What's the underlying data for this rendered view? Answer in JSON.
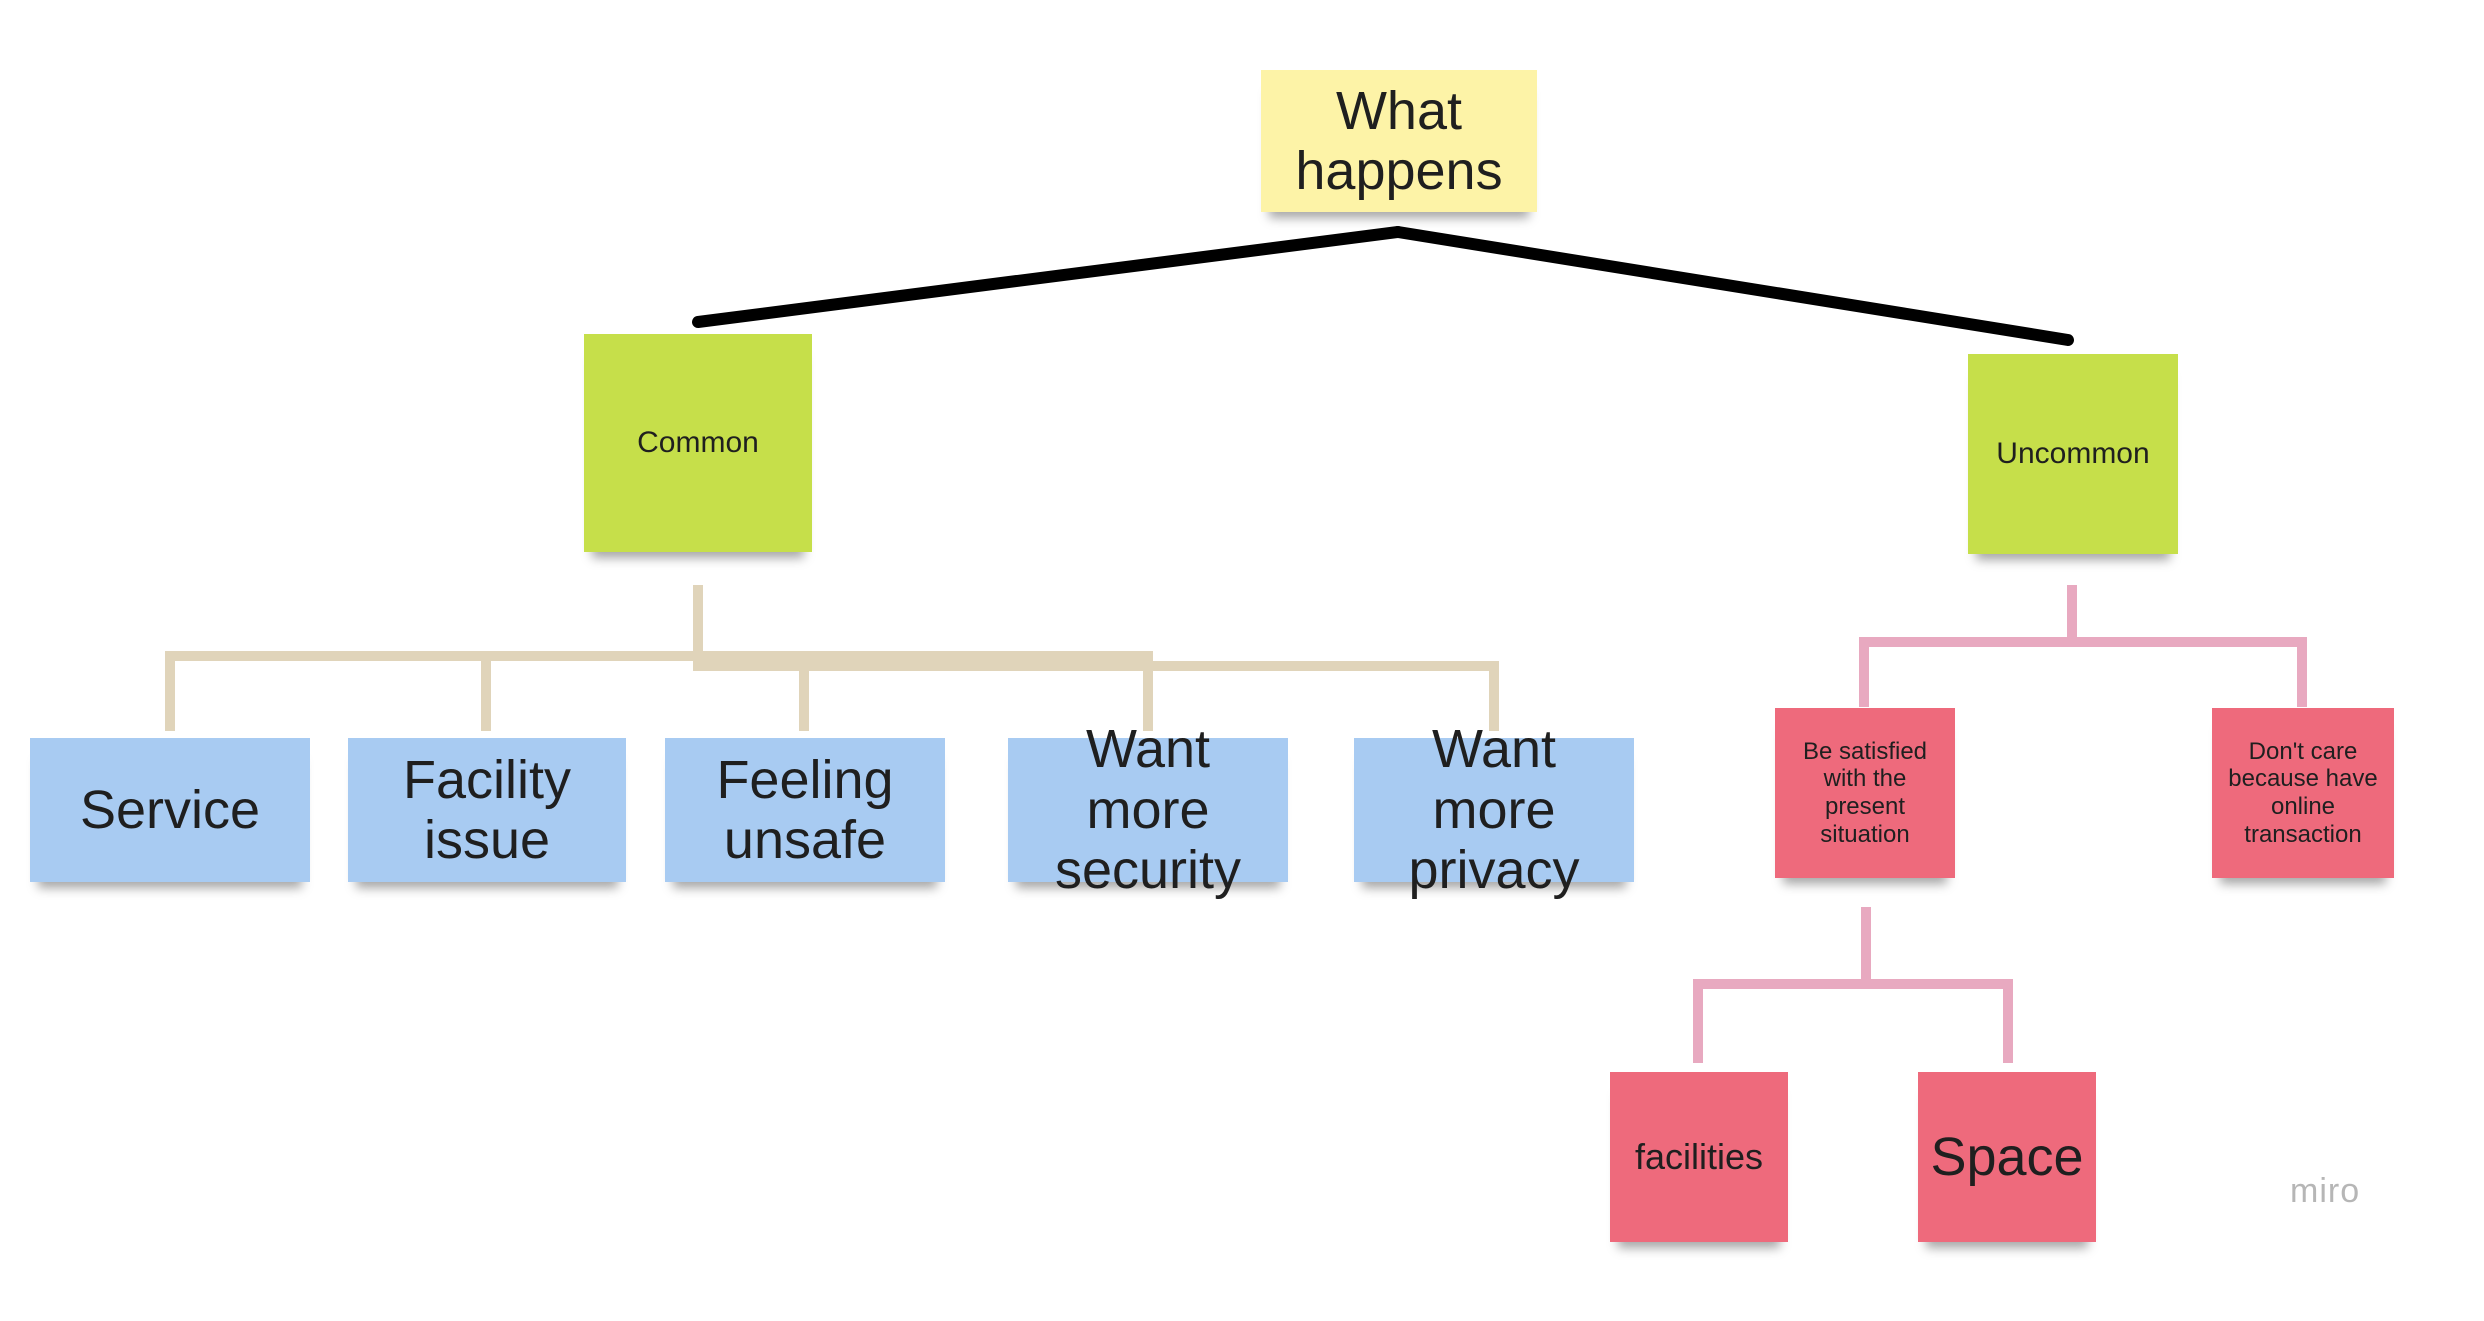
{
  "board": {
    "root": {
      "label": "What happens",
      "color": "#fdf3a7"
    },
    "categories": [
      {
        "label": "Common",
        "color": "#c6df4a",
        "children": [
          {
            "label": "Service"
          },
          {
            "label": "Facility issue"
          },
          {
            "label": "Feeling unsafe"
          },
          {
            "label": "Want more security"
          },
          {
            "label": "Want more privacy"
          }
        ],
        "child_color": "#a8cbf2",
        "connector_color": "#e0d4ba"
      },
      {
        "label": "Uncommon",
        "color": "#c6df4a",
        "children": [
          {
            "label": "Be satisfied with the present situation",
            "children": [
              {
                "label": "facilities"
              },
              {
                "label": "Space"
              }
            ]
          },
          {
            "label": "Don't care because have online transaction"
          }
        ],
        "child_color": "#ee6a7c",
        "connector_color": "#e8a9c0"
      }
    ],
    "root_connector_color": "#000000"
  },
  "watermark": "miro"
}
